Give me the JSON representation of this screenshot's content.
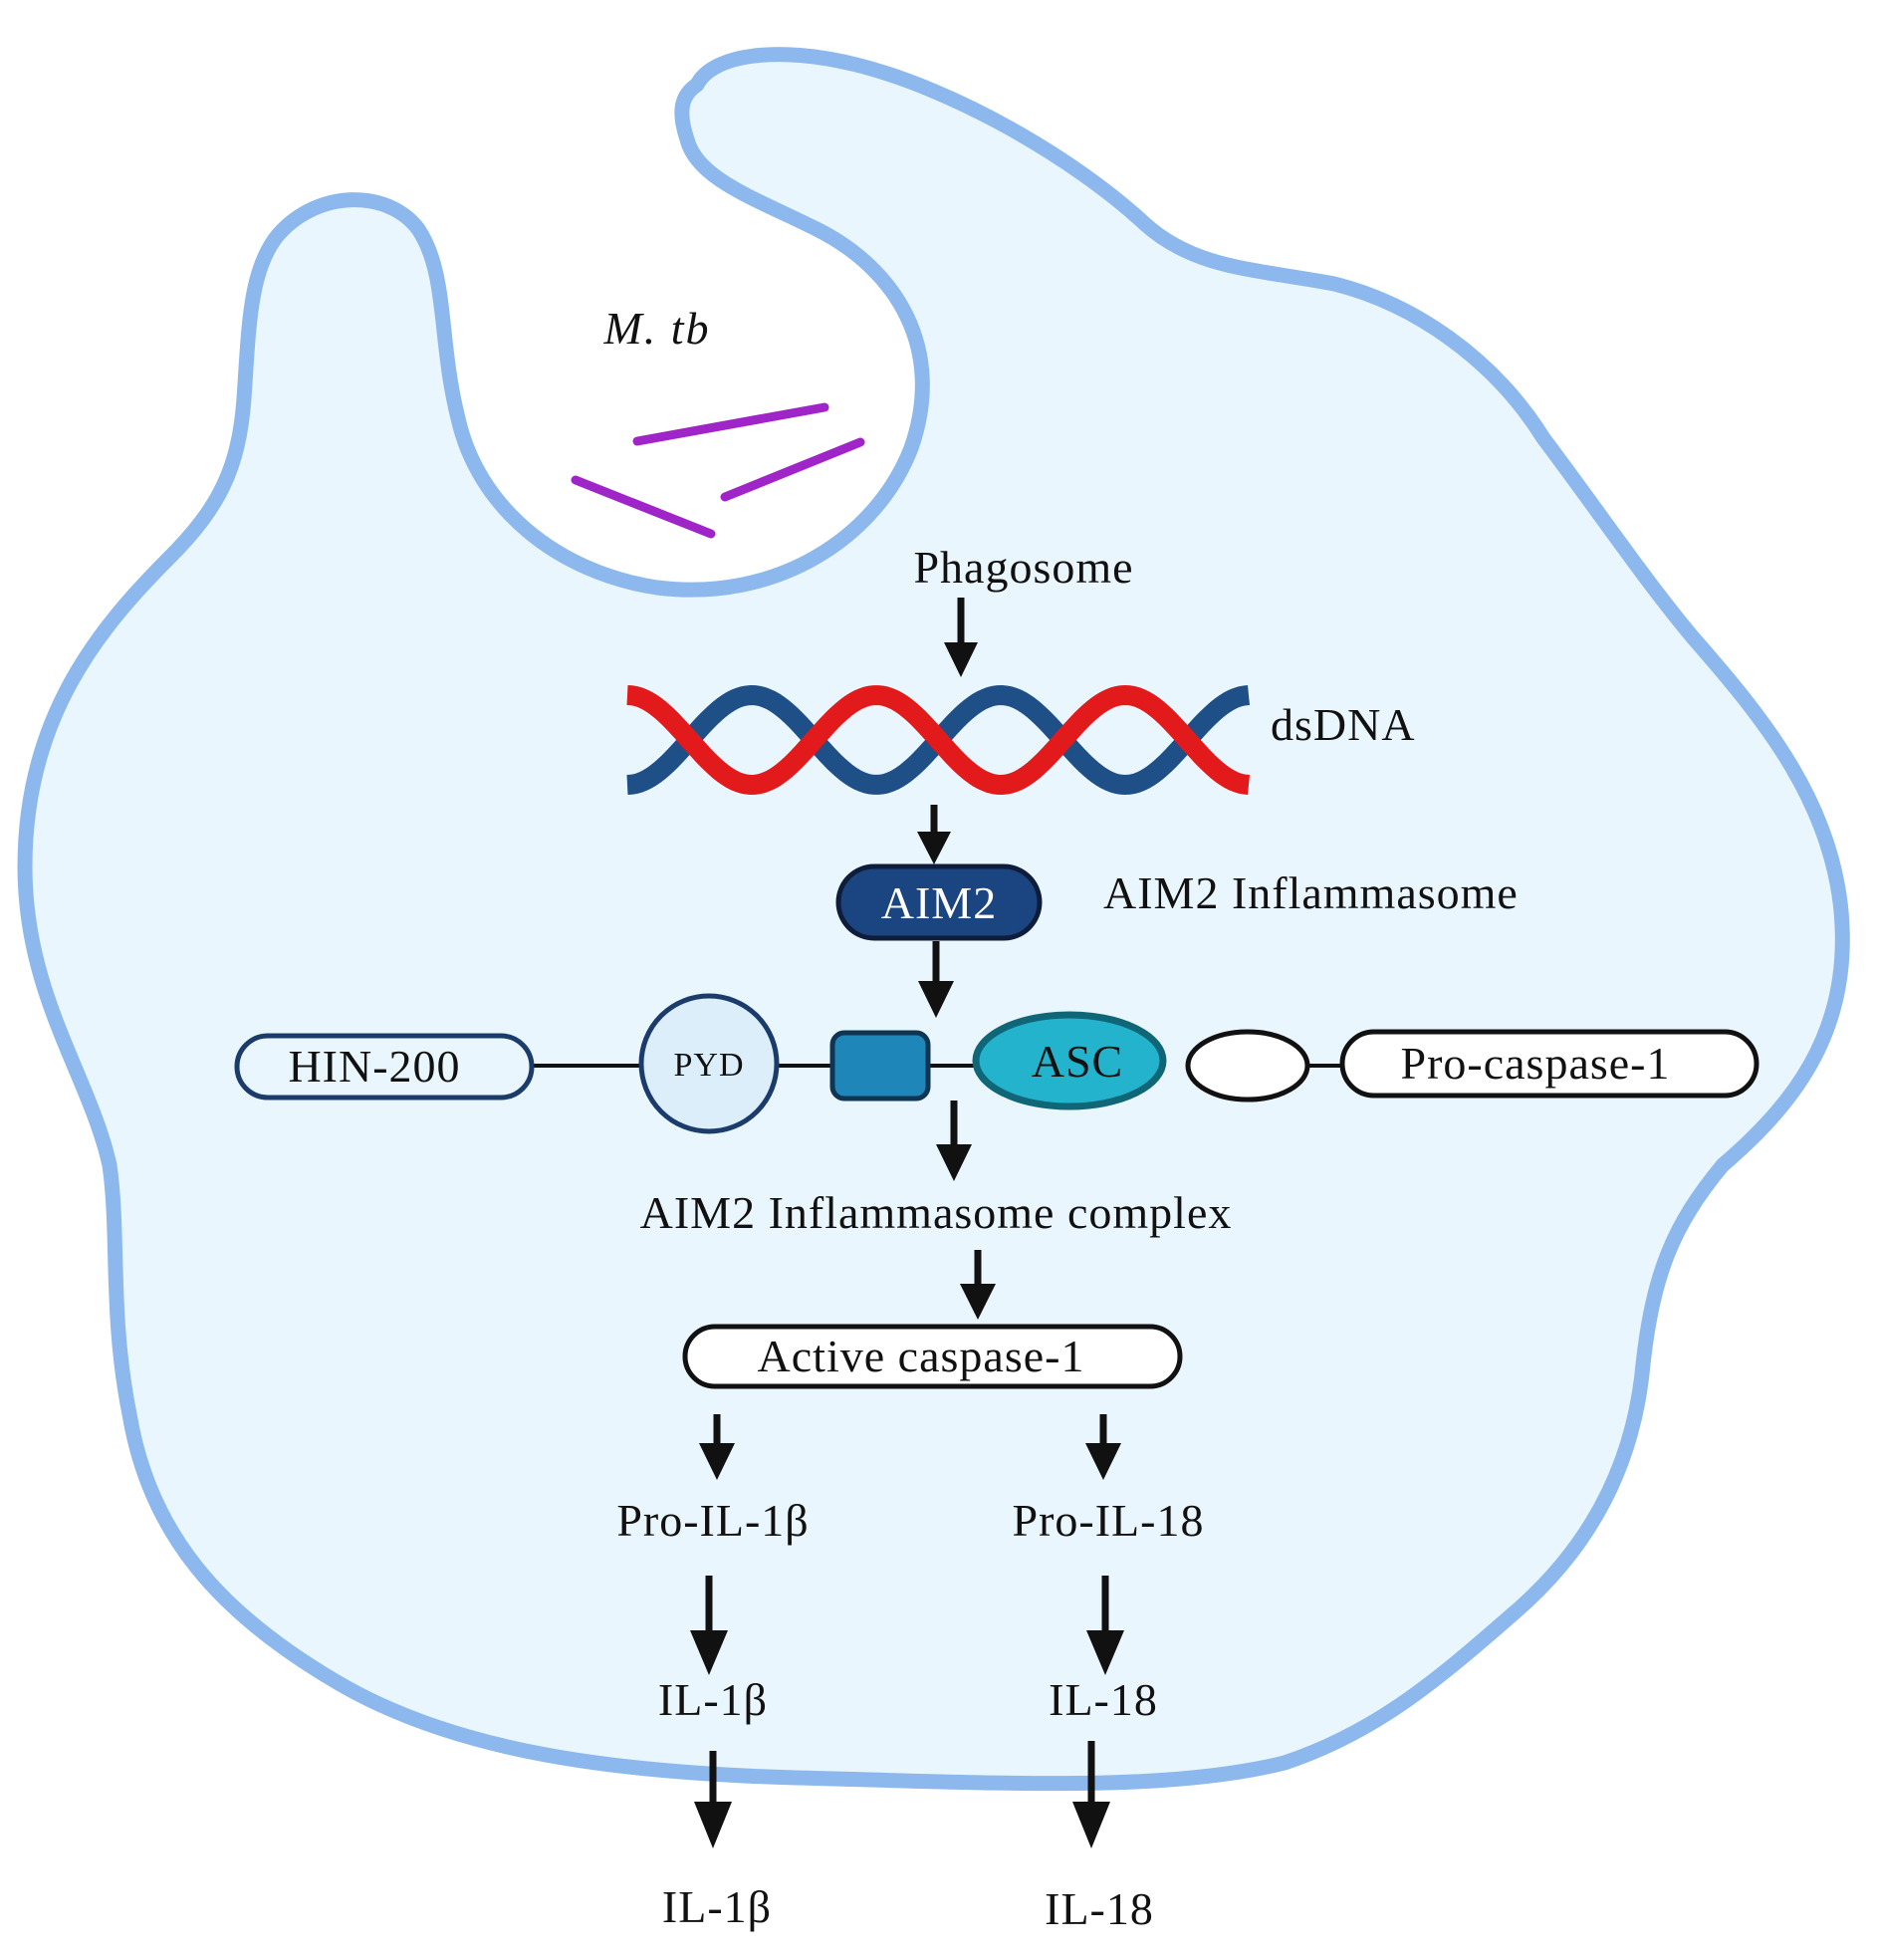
{
  "colors": {
    "cell_fill": "#EAF6FD",
    "cell_membrane": "#8DB8EE",
    "bacteria": "#A025C9",
    "dna_red": "#E31A1C",
    "dna_blue": "#1E4F86",
    "aim2_fill": "#1B4580",
    "asc_fill": "#24B3CC",
    "square_fill": "#1E86B8",
    "pyd_fill": "#DDEEFB",
    "hin_fill": "#EAF6FD"
  },
  "labels": {
    "mtb": "M. tb",
    "phagosome": "Phagosome",
    "dsdna": "dsDNA",
    "aim2": "AIM2",
    "aim2_inflammasome": "AIM2 Inflammasome",
    "hin200": "HIN-200",
    "pyd": "PYD",
    "asc": "ASC",
    "procaspase1": "Pro-caspase-1",
    "complex": "AIM2 Inflammasome complex",
    "active_caspase1": "Active caspase-1",
    "pro_il1b": "Pro-IL-1β",
    "pro_il18": "Pro-IL-18",
    "il1b_inside": "IL-1β",
    "il18_inside": "IL-18",
    "il1b_outside": "IL-1β",
    "il18_outside": "IL-18"
  },
  "icons": {
    "bacteria": "rod-bacteria-icon",
    "dna": "double-helix-icon"
  }
}
